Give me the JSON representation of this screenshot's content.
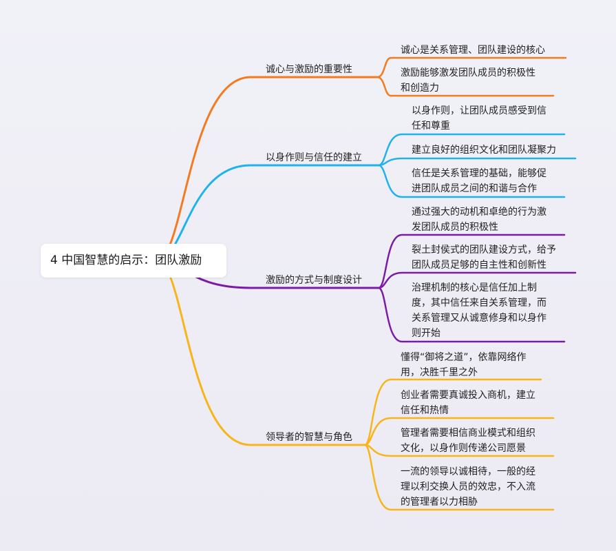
{
  "root": {
    "label": "4 中国智慧的启示：团队激励"
  },
  "branches": [
    {
      "label": "诚心与激励的重要性",
      "color": "#f47a1f",
      "leaves": [
        {
          "lines": [
            "诚心是关系管理、团队建设的核心"
          ]
        },
        {
          "lines": [
            "激励能够激发团队成员的积极性",
            "和创造力"
          ]
        }
      ]
    },
    {
      "label": "以身作则与信任的建立",
      "color": "#1fb2ec",
      "leaves": [
        {
          "lines": [
            "以身作则，让团队成员感受到信",
            "任和尊重"
          ]
        },
        {
          "lines": [
            "建立良好的组织文化和团队凝聚力"
          ]
        },
        {
          "lines": [
            "信任是关系管理的基础，能够促",
            "进团队成员之间的和谐与合作"
          ]
        }
      ]
    },
    {
      "label": "激励的方式与制度设计",
      "color": "#7a1ca8",
      "leaves": [
        {
          "lines": [
            "通过强大的动机和卓绝的行为激",
            "发团队成员的积极性"
          ]
        },
        {
          "lines": [
            "裂土封侯式的团队建设方式，给予",
            "团队成员足够的自主性和创新性"
          ]
        },
        {
          "lines": [
            "治理机制的核心是信任加上制",
            "度，其中信任来自关系管理，而",
            "关系管理又从诚意修身和以身作",
            "则开始"
          ]
        }
      ]
    },
    {
      "label": "领导者的智慧与角色",
      "color": "#f7b51a",
      "leaves": [
        {
          "lines": [
            "懂得“御将之道”，依靠网络作",
            "用，决胜千里之外"
          ]
        },
        {
          "lines": [
            "创业者需要真诚投入商机，建立",
            "信任和热情"
          ]
        },
        {
          "lines": [
            "管理者需要相信商业模式和组织",
            "文化，以身作则传递公司愿景"
          ]
        },
        {
          "lines": [
            "一流的领导以诚相待，一般的经",
            "理以利交换人员的效忠，不入流",
            "的管理者以力相胁"
          ]
        }
      ]
    }
  ]
}
